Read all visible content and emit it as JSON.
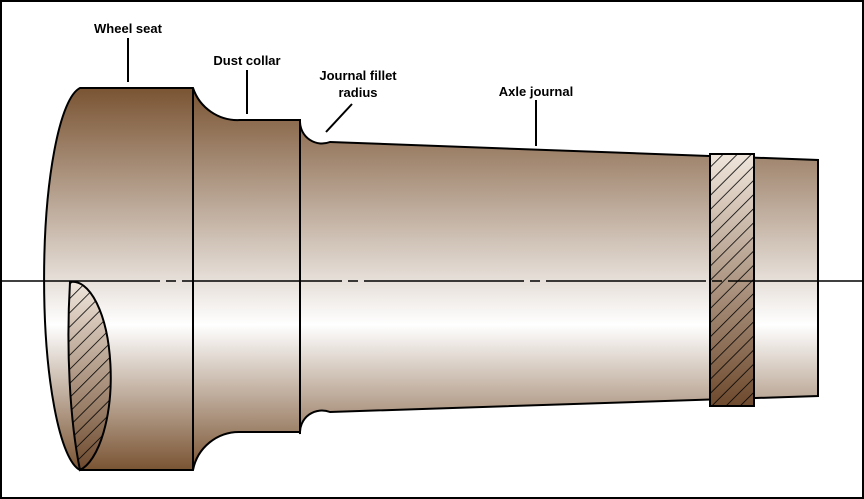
{
  "diagram": {
    "labels": {
      "wheel_seat": "Wheel seat",
      "dust_collar": "Dust collar",
      "journal_fillet_line1": "Journal fillet",
      "journal_fillet_line2": "radius",
      "axle_journal": "Axle journal"
    },
    "colors": {
      "metal_dark": "#7a5433",
      "metal_light": "#ffffff",
      "outline": "#000000",
      "hatch": "#000000"
    }
  }
}
